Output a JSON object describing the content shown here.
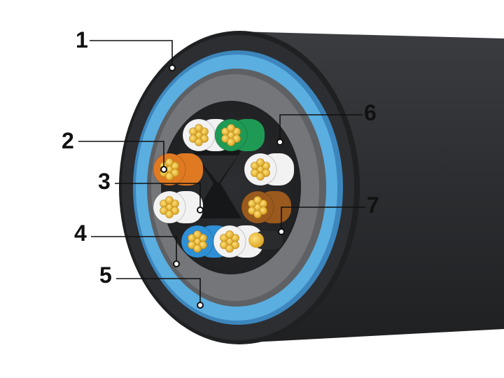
{
  "diagram": {
    "callouts": [
      {
        "label": "1",
        "target": "outer-jacket"
      },
      {
        "label": "2",
        "target": "insulated-pair-orange"
      },
      {
        "label": "3",
        "target": "cross-separator"
      },
      {
        "label": "4",
        "target": "inner-sheath"
      },
      {
        "label": "5",
        "target": "shield-layer"
      },
      {
        "label": "6",
        "target": "insulated-pair-green"
      },
      {
        "label": "7",
        "target": "drain-wire"
      }
    ]
  },
  "colors": {
    "jacket": "#2b2d30",
    "jacket_dark": "#1c1d1f",
    "shield_blue": "#5aaee0",
    "shield_blue_dark": "#3c86bd",
    "inner_gray": "#6b6d70",
    "core_dark": "#252628",
    "copper": "#e8b93a",
    "orange": "#e07a22",
    "green": "#1e9a55",
    "brown": "#9a5a1e",
    "blue": "#2f8fd4",
    "white": "#f2f2f2"
  },
  "icons": {
    "callout_marker": "ring-dot-icon"
  }
}
